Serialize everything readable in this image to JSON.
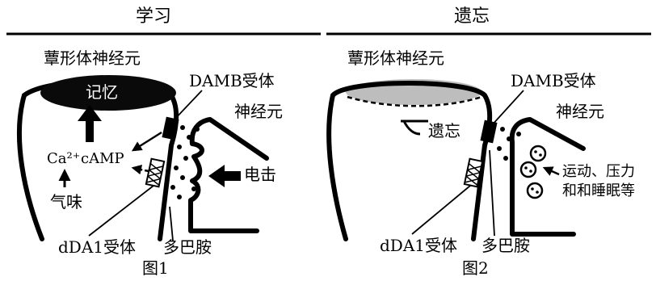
{
  "panel1": {
    "title": "学习",
    "caption": "图1",
    "cell_label": "蕈形体神经元",
    "memory": "记忆",
    "damb": "DAMB受体",
    "neuron": "神经元",
    "signal_ca": "Ca²⁺",
    "signal_camp": "cAMP",
    "odor": "气味",
    "shock": "电击",
    "dda1": "dDA1受体",
    "dopamine": "多巴胺"
  },
  "panel2": {
    "title": "遗忘",
    "caption": "图2",
    "cell_label": "蕈形体神经元",
    "damb": "DAMB受体",
    "neuron": "神经元",
    "forget": "遗忘",
    "factors_line1": "运动、压力",
    "factors_line2": "和和睡眠等",
    "dda1": "dDA1受体",
    "dopamine": "多巴胺"
  },
  "colors": {
    "ink": "#000000",
    "memory_fill": "#0a0a0a",
    "forgotten_fill": "#bdbdbd",
    "paper": "#ffffff"
  }
}
